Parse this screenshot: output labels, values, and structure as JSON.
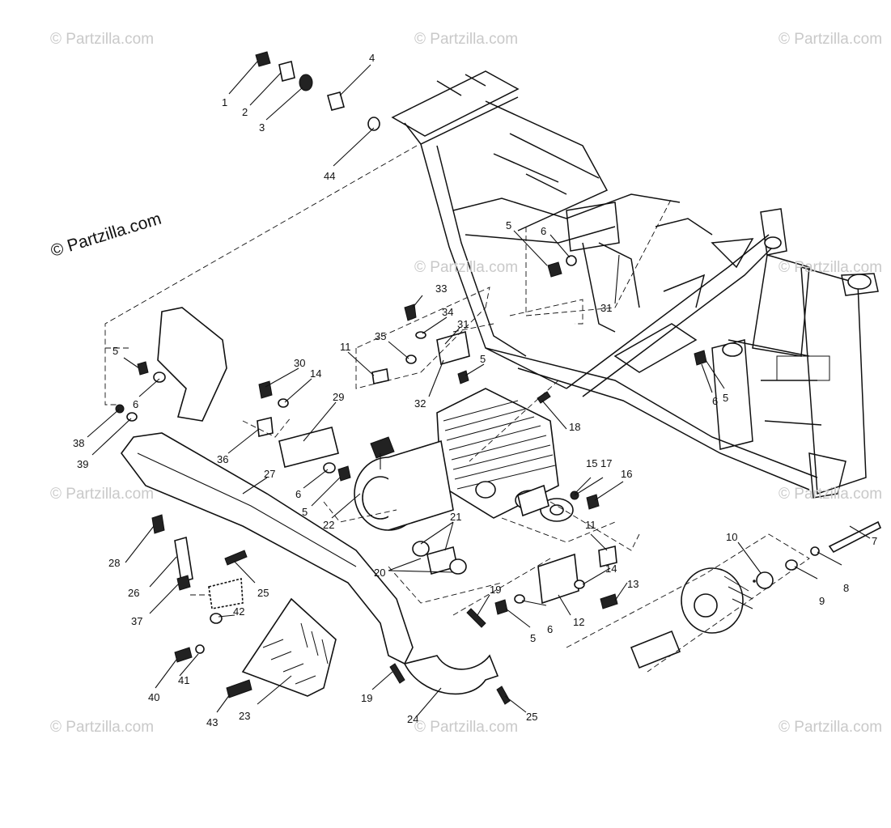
{
  "watermarks": {
    "main": "© Partzilla.com",
    "faint": "© Partzilla.com"
  },
  "callouts": [
    "1",
    "2",
    "3",
    "4",
    "44",
    "5",
    "6",
    "31",
    "33",
    "34",
    "35",
    "31",
    "5",
    "11",
    "32",
    "18",
    "30",
    "14",
    "29",
    "5",
    "6",
    "38",
    "39",
    "36",
    "6",
    "5",
    "27",
    "22",
    "21",
    "15",
    "17",
    "16",
    "11",
    "10",
    "7",
    "8",
    "9",
    "14",
    "13",
    "12",
    "6",
    "5",
    "19",
    "20",
    "28",
    "26",
    "25",
    "37",
    "42",
    "40",
    "41",
    "43",
    "23",
    "19",
    "24",
    "25",
    "6",
    "5"
  ]
}
